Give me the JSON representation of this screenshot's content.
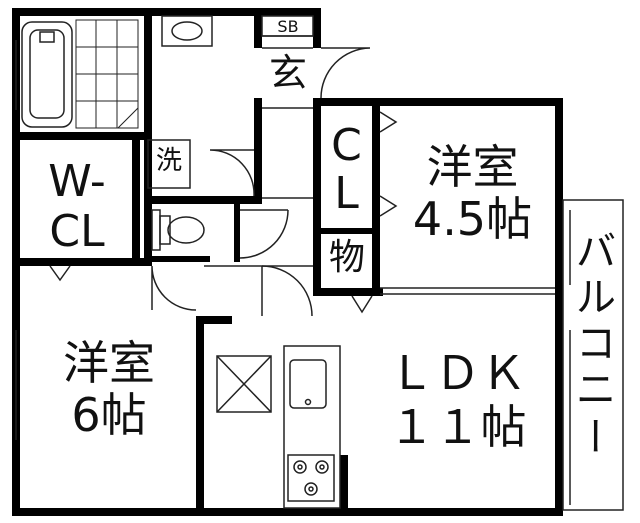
{
  "rooms": {
    "western_room_4_5": {
      "line1": "洋室",
      "line2": "4.5帖"
    },
    "western_room_6": {
      "line1": "洋室",
      "line2": "6帖"
    },
    "ldk": {
      "line1": "ＬＤＫ",
      "line2": "１１帖"
    },
    "walk_in_closet": {
      "line1": "W-",
      "line2": "CL"
    },
    "closet": {
      "line1": "C",
      "line2": "L"
    },
    "storage": "物",
    "entrance": "玄",
    "shoe_box": "SB",
    "washer": "洗",
    "balcony": [
      "バ",
      "ル",
      "コ",
      "ニ",
      "ー"
    ]
  },
  "colors": {
    "wall": "#000000",
    "line": "#222222",
    "background": "#ffffff"
  }
}
